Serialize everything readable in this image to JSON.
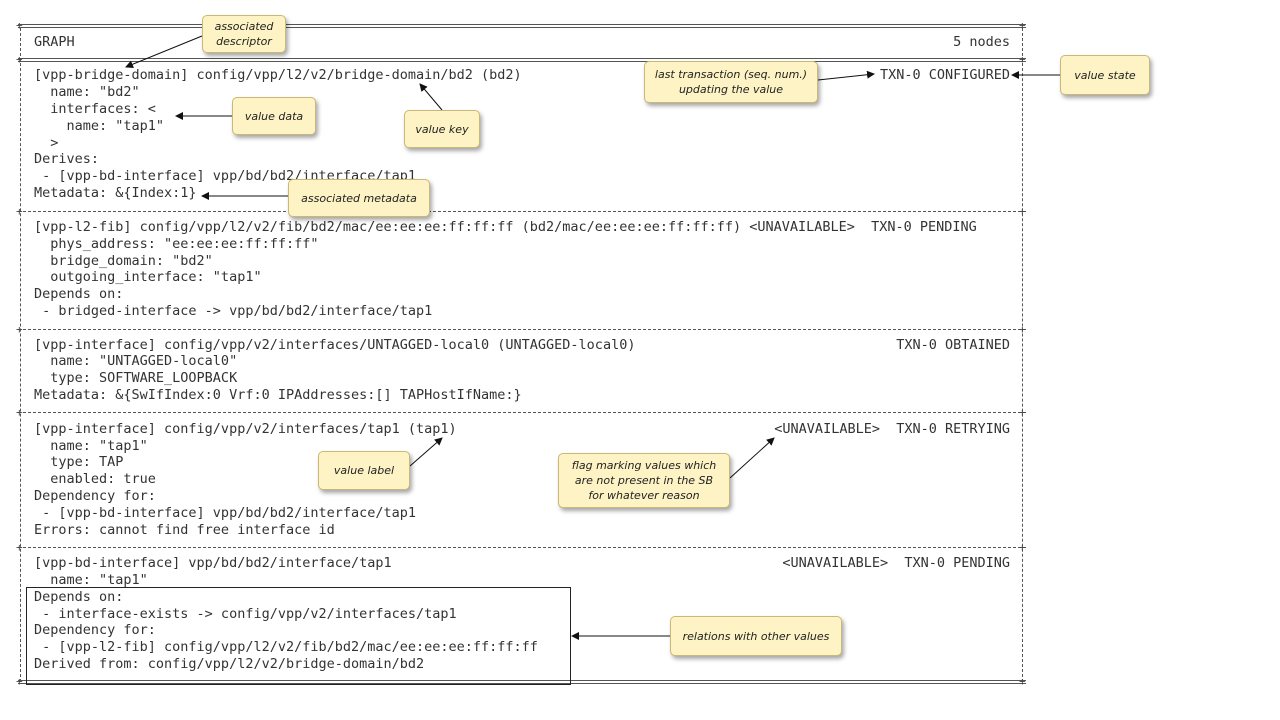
{
  "header": {
    "title": "GRAPH",
    "count": "5 nodes"
  },
  "nodes": [
    {
      "title": "[vpp-bridge-domain] config/vpp/l2/v2/bridge-domain/bd2 (bd2)",
      "status": "TXN-0 CONFIGURED",
      "lines": [
        "  name: \"bd2\"",
        "  interfaces: <",
        "    name: \"tap1\"",
        "  >",
        "Derives:",
        " - [vpp-bd-interface] vpp/bd/bd2/interface/tap1",
        "Metadata: &{Index:1}"
      ]
    },
    {
      "title": "[vpp-l2-fib] config/vpp/l2/v2/fib/bd2/mac/ee:ee:ee:ff:ff:ff (bd2/mac/ee:ee:ee:ff:ff:ff) <UNAVAILABLE>  TXN-0 PENDING",
      "status": "",
      "lines": [
        "  phys_address: \"ee:ee:ee:ff:ff:ff\"",
        "  bridge_domain: \"bd2\"",
        "  outgoing_interface: \"tap1\"",
        "Depends on:",
        " - bridged-interface -> vpp/bd/bd2/interface/tap1"
      ]
    },
    {
      "title": "[vpp-interface] config/vpp/v2/interfaces/UNTAGGED-local0 (UNTAGGED-local0)",
      "status": "TXN-0 OBTAINED",
      "lines": [
        "  name: \"UNTAGGED-local0\"",
        "  type: SOFTWARE_LOOPBACK",
        "Metadata: &{SwIfIndex:0 Vrf:0 IPAddresses:[] TAPHostIfName:}"
      ]
    },
    {
      "title": "[vpp-interface] config/vpp/v2/interfaces/tap1 (tap1)",
      "status": "<UNAVAILABLE>  TXN-0 RETRYING",
      "lines": [
        "  name: \"tap1\"",
        "  type: TAP",
        "  enabled: true",
        "Dependency for:",
        " - [vpp-bd-interface] vpp/bd/bd2/interface/tap1",
        "Errors: cannot find free interface id"
      ]
    },
    {
      "title": "[vpp-bd-interface] vpp/bd/bd2/interface/tap1",
      "status": "<UNAVAILABLE>  TXN-0 PENDING",
      "lines": [
        "  name: \"tap1\"",
        "Depends on:",
        " - interface-exists -> config/vpp/v2/interfaces/tap1",
        "Dependency for:",
        " - [vpp-l2-fib] config/vpp/l2/v2/fib/bd2/mac/ee:ee:ee:ff:ff:ff",
        "Derived from: config/vpp/l2/v2/bridge-domain/bd2"
      ]
    }
  ],
  "annotations": {
    "associated_descriptor": "associated\ndescriptor",
    "value_data": "value data",
    "value_key": "value key",
    "associated_metadata": "associated metadata",
    "last_transaction": "last transaction  (seq. num.)\nupdating the value",
    "value_state": "value state",
    "value_label": "value label",
    "unavailable_flag": "flag marking values which\nare not present in the SB\nfor whatever reason",
    "relations": "relations with other values"
  }
}
